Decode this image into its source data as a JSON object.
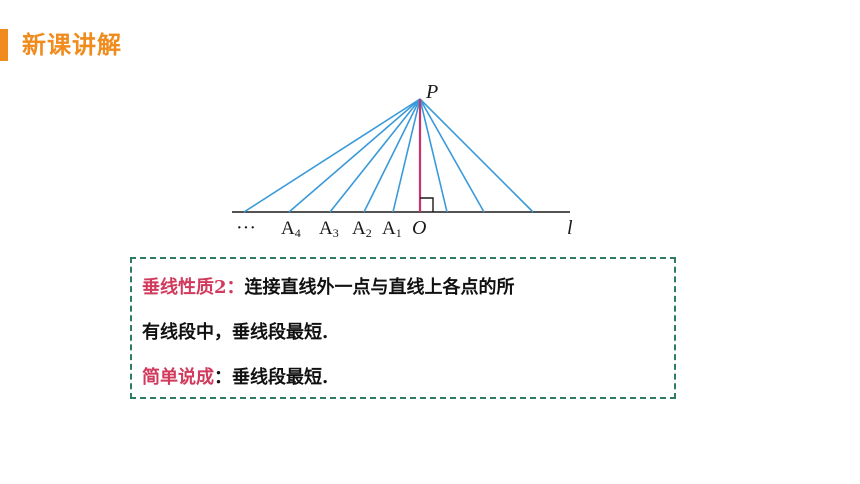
{
  "header": {
    "title": "新课讲解"
  },
  "figure": {
    "point_p": "P",
    "point_o": "O",
    "line_label": "l",
    "dots": "···",
    "points": [
      {
        "base": "A",
        "sub": "4"
      },
      {
        "base": "A",
        "sub": "3"
      },
      {
        "base": "A",
        "sub": "2"
      },
      {
        "base": "A",
        "sub": "1"
      }
    ]
  },
  "definition": {
    "term": "垂线性质2",
    "colon1": "：",
    "text_line1": "连接直线外一点与直线上各点的所",
    "text_line2": "有线段中，垂线段最短.",
    "short_term": "简单说成",
    "colon2": "：",
    "short_text": "垂线段最短."
  },
  "colors": {
    "accent_orange": "#f08c1e",
    "segment_blue": "#3a9ad9",
    "perpendicular_magenta": "#c8336e",
    "term_red": "#d13a5c",
    "box_border_green": "#2e7d62"
  }
}
